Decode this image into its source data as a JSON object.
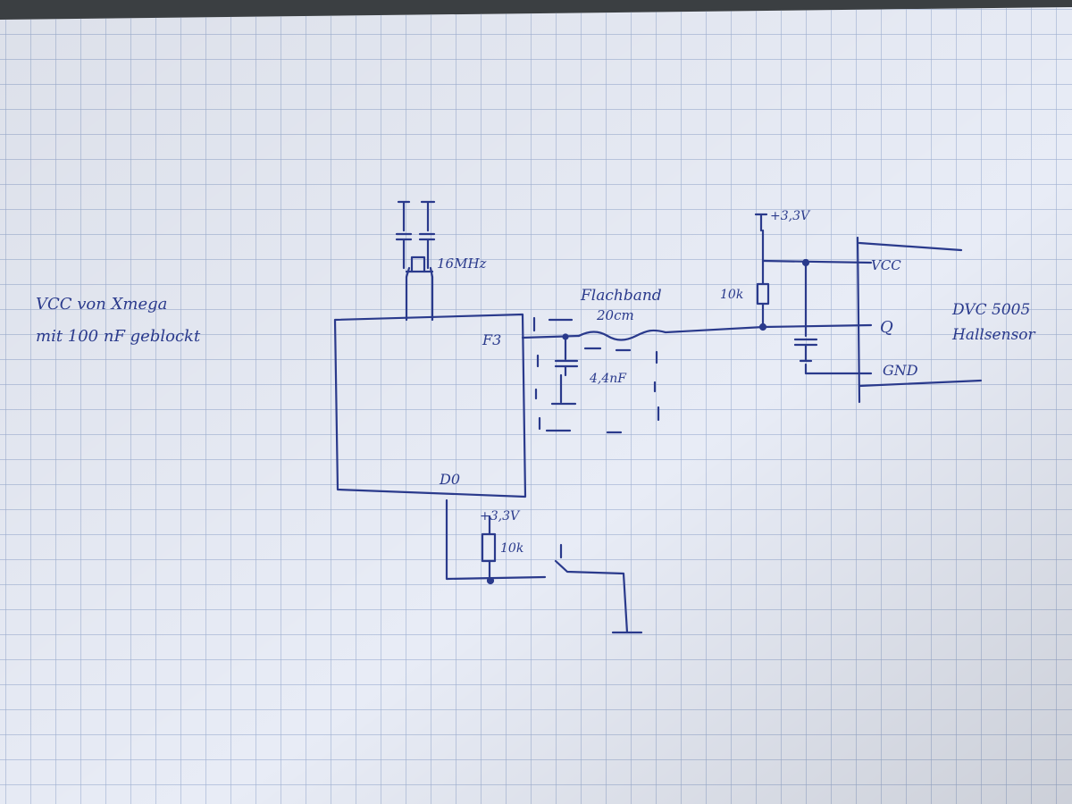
{
  "notes": {
    "vcc_line1": "VCC von Xmega",
    "vcc_line2": "mit 100 nF geblockt"
  },
  "crystal": {
    "label": "16MHz"
  },
  "mcu": {
    "pin_input": "F3",
    "pin_output": "D0"
  },
  "cable": {
    "line1": "Flachband",
    "line2": "20cm"
  },
  "filter_cap": {
    "label": "4,4nF"
  },
  "pullup_sensor": {
    "resistor": "10k",
    "supply": "+3,3V"
  },
  "pullup_output": {
    "resistor": "10k",
    "supply": "+3,3V"
  },
  "sensor": {
    "pin_vcc": "VCC",
    "pin_q": "Q",
    "pin_gnd": "GND",
    "name_line1": "DVC 5005",
    "name_line2": "Hallsensor"
  },
  "colors": {
    "paper": "#e8ecf6",
    "grid": "#9fb0d2",
    "ink": "#2a3a8c"
  }
}
